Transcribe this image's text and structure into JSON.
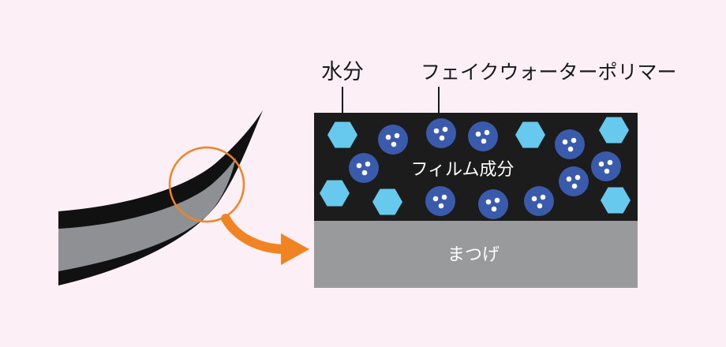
{
  "labels": {
    "water": "水分",
    "polymer": "フェイクウォーターポリマー",
    "film": "フィルム成分",
    "lash": "まつげ"
  },
  "colors": {
    "background": "#fcf0f6",
    "film_layer": "#1c1c1c",
    "lash_layer": "#999a9c",
    "water_hexagon": "#67c9ee",
    "polymer_circle": "#3a5aac",
    "polymer_dot": "#ffffff",
    "arrow": "#f08424",
    "magnifier_circle": "#f08424",
    "eyelash_outer": "#111111",
    "eyelash_inner": "#8f9093",
    "label_text": "#1a1a1a",
    "film_text": "#ffffff"
  },
  "icons": {
    "water": "hexagon-icon",
    "polymer": "blue-circle-with-dots-icon",
    "arrow": "curved-arrow-icon"
  }
}
